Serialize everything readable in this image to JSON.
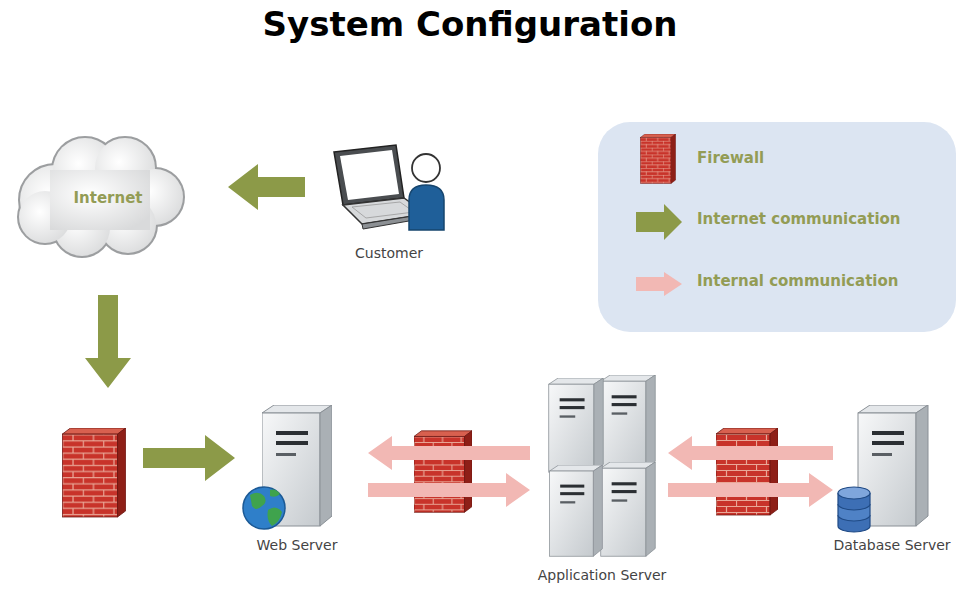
{
  "diagram": {
    "title": "System Configuration",
    "nodes": [
      {
        "text": [
          "Internet"
        ]
      },
      {
        "text": [
          "Customer"
        ]
      },
      {
        "text": [
          "Web Server"
        ]
      },
      {
        "text": [
          "Application Server"
        ]
      },
      {
        "text": [
          "Database Server"
        ]
      }
    ],
    "edges": [
      {
        "from": 1,
        "to": 0,
        "arrow": "to"
      },
      {
        "from": 0,
        "to": 2,
        "arrow": "to"
      },
      {
        "from": 3,
        "to": 2,
        "arrow": "to"
      },
      {
        "from": 2,
        "to": 3,
        "arrow": "to"
      },
      {
        "from": 4,
        "to": 3,
        "arrow": "to"
      },
      {
        "from": 3,
        "to": 4,
        "arrow": "to"
      }
    ],
    "legend": [
      {
        "text": "Firewall"
      },
      {
        "text": "Internet communication",
        "color": "#8c9a48"
      },
      {
        "text": "Internal communication",
        "color": "#f2b8b4"
      }
    ]
  }
}
